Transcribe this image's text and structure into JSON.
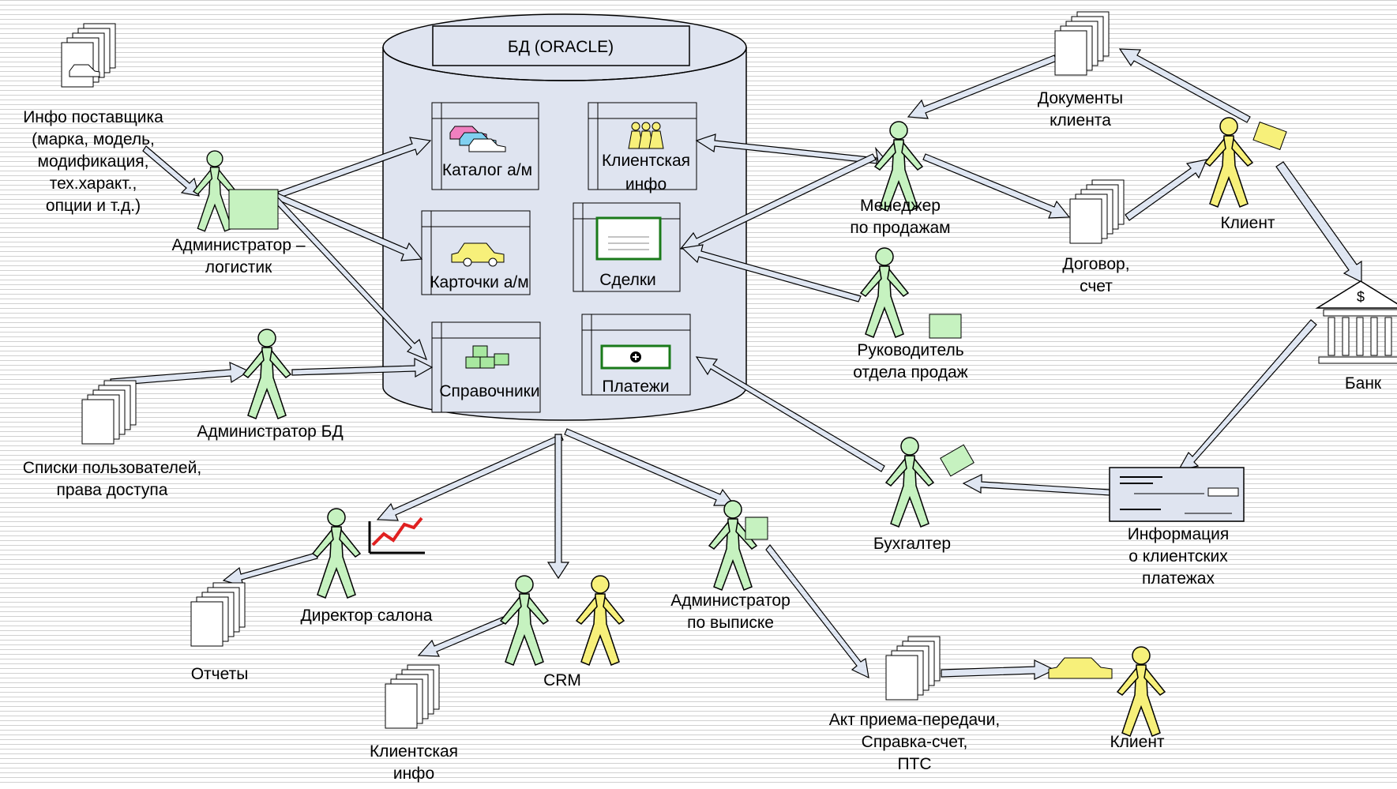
{
  "database": {
    "title": "БД (ORACLE)",
    "tables": {
      "catalog": "Каталог а/м",
      "client_info": [
        "Клиентская",
        "инфо"
      ],
      "cards": "Карточки а/м",
      "deals": "Сделки",
      "references": "Справочники",
      "payments": "Платежи"
    }
  },
  "actors": {
    "supplier_info": [
      "Инфо поставщика",
      "(марка, модель,",
      "модификация,",
      "тех.характ.,",
      "опции и т.д.)"
    ],
    "admin_logistic": [
      "Администратор –",
      "логистик"
    ],
    "admin_db": "Администратор БД",
    "user_lists": [
      "Списки пользователей,",
      "права доступа"
    ],
    "director": "Директор салона",
    "reports": "Отчеты",
    "crm": "CRM",
    "crm_client_info": [
      "Клиентская",
      "инфо"
    ],
    "admin_issue": [
      "Администратор",
      "по выписке"
    ],
    "act_docs": [
      "Акт приема-передачи,",
      "Справка-счет,",
      "ПТС"
    ],
    "client_bottom": "Клиент",
    "accountant": "Бухгалтер",
    "payment_info": [
      "Информация",
      "о клиентских",
      "платежах"
    ],
    "bank": "Банк",
    "sales_manager": [
      "Менеджер",
      "по продажам"
    ],
    "client_docs": [
      "Документы",
      "клиента"
    ],
    "client_top": "Клиент",
    "contract": [
      "Договор,",
      "счет"
    ],
    "sales_head": [
      "Руководитель",
      "отдела продаж"
    ]
  },
  "colors": {
    "db_fill": "#dfe4f0",
    "arrow_fill": "#dfe6f2",
    "actor_green": "#c6f2c0",
    "actor_yellow": "#f7f07a",
    "stripe": "#d0d0d0"
  }
}
